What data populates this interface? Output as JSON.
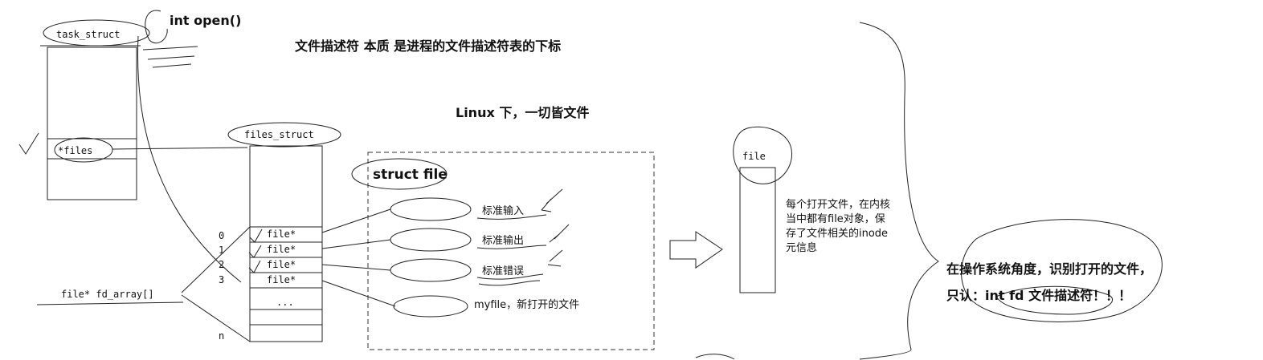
{
  "colors": {
    "ink": "#111111",
    "pen": "#222222",
    "background": "#ffffff"
  },
  "headings": {
    "open_fn": "int open()",
    "fd_essence": "文件描述符 本质 是进程的文件描述符表的下标",
    "everything_file": "Linux 下，一切皆文件"
  },
  "task_struct": {
    "label": "task_struct",
    "files_field": "*files"
  },
  "files_struct": {
    "label": "files_struct",
    "array_label": "file* fd_array[]",
    "indices": [
      "0",
      "1",
      "2",
      "3"
    ],
    "slots": [
      "file*",
      "file*",
      "file*",
      "file*"
    ],
    "ellipsis": "...",
    "last_index": "n"
  },
  "struct_file": {
    "label": "struct file",
    "targets": [
      "标准输入",
      "标准输出",
      "标准错误",
      "myfile，新打开的文件"
    ]
  },
  "file_object": {
    "label": "file",
    "note_lines": [
      "每个打开文件，在内核",
      "当中都有file对象，保",
      "存了文件相关的inode",
      "元信息"
    ]
  },
  "conclusion": {
    "line1": "在操作系统角度，识别打开的文件，",
    "line2": "只认：int fd 文件描述符！！！"
  }
}
